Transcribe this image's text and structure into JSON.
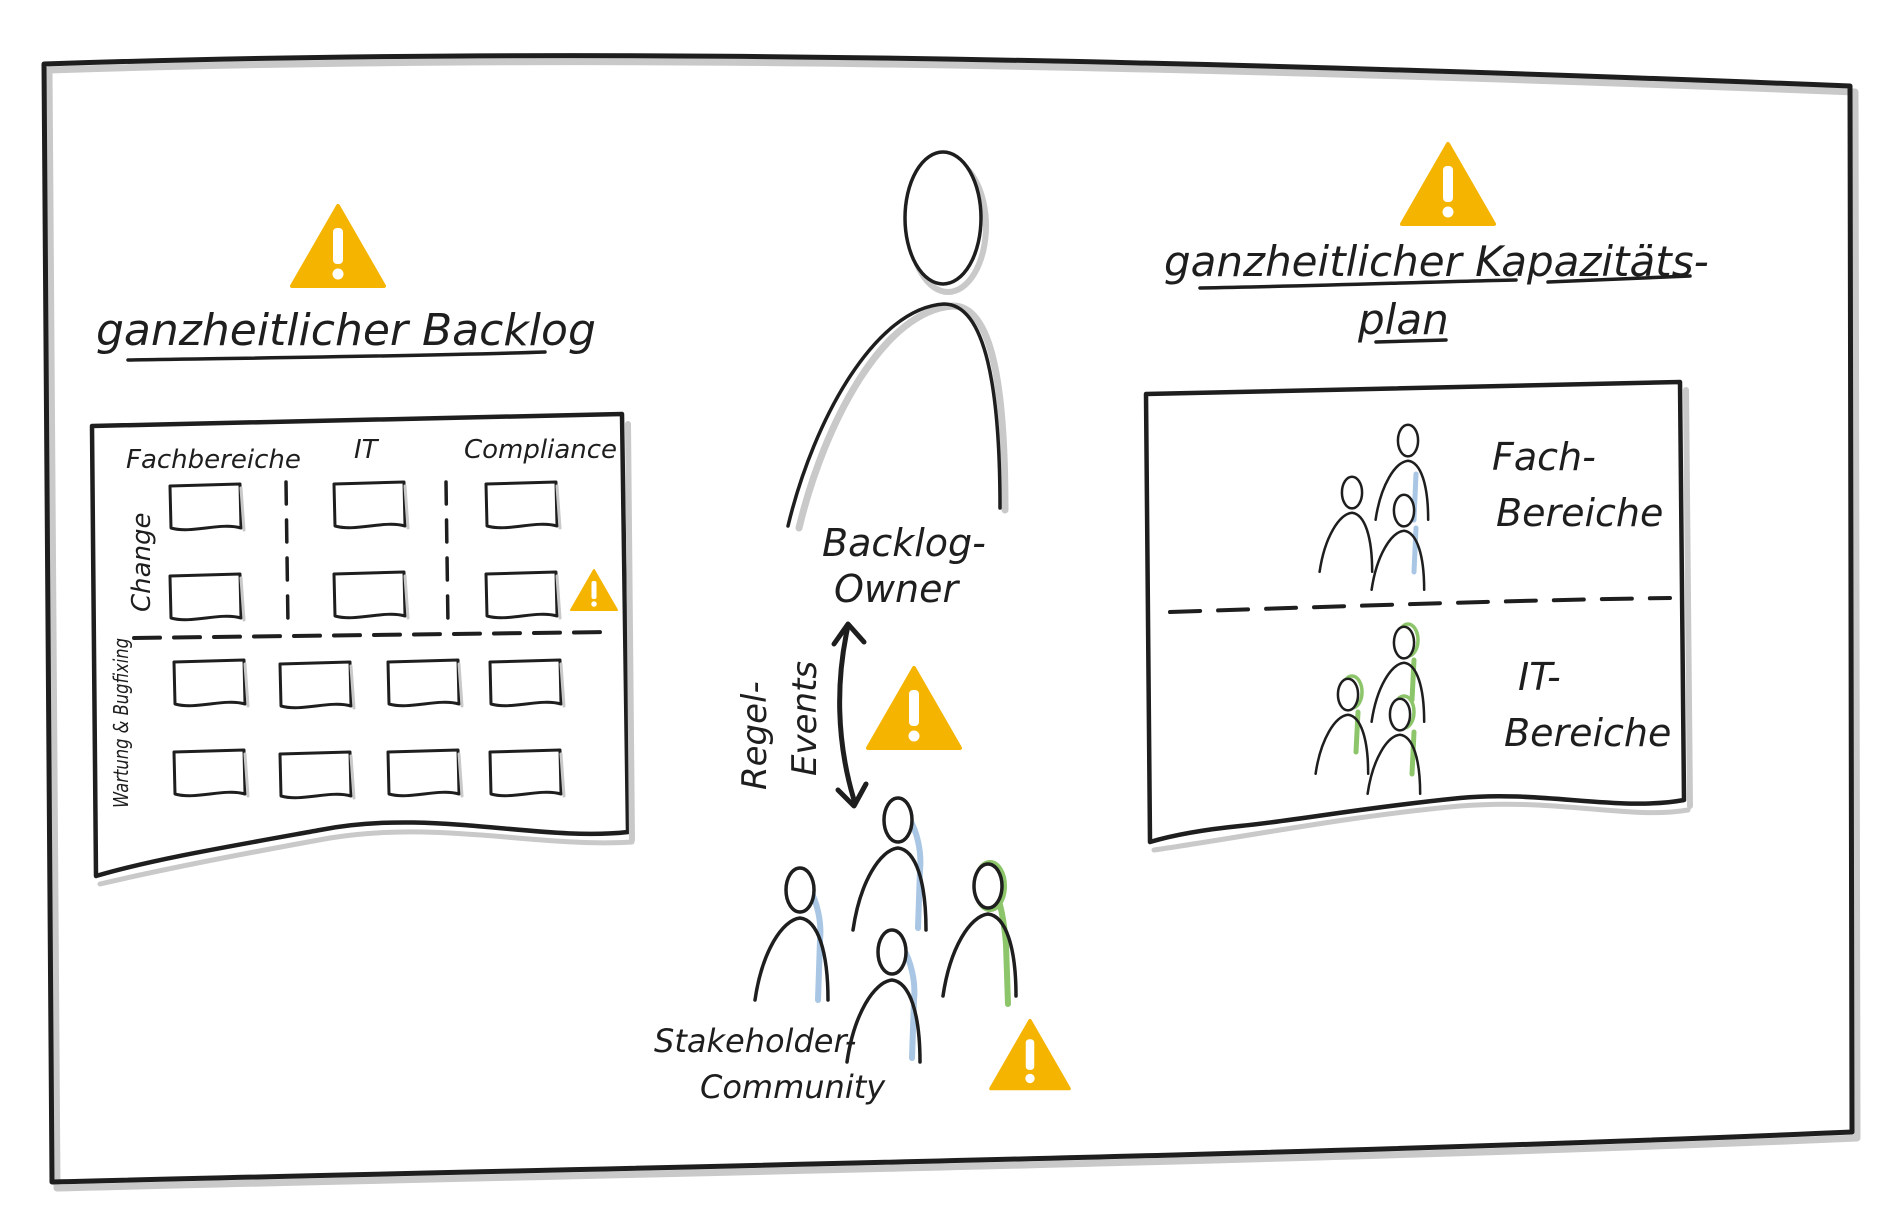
{
  "left_panel": {
    "title": "ganzheitlicher Backlog",
    "columns": [
      "Fachbereiche",
      "IT",
      "Compliance"
    ],
    "rows": [
      "Change",
      "Wartung & Bugfixing"
    ]
  },
  "center": {
    "owner_label_line1": "Backlog-",
    "owner_label_line2": "Owner",
    "events_label_line1": "Regel-",
    "events_label_line2": "Events",
    "community_label_line1": "Stakeholder-",
    "community_label_line2": "Community"
  },
  "right_panel": {
    "title_line1": "ganzheitlicher Kapazitäts-",
    "title_line2": "plan",
    "section_top_line1": "Fach-",
    "section_top_line2": "Bereiche",
    "section_bottom_line1": "IT-",
    "section_bottom_line2": "Bereiche"
  },
  "colors": {
    "ink": "#1e1e1e",
    "warning": "#f5b400",
    "accent_blue": "#a9c6e4",
    "accent_green": "#8cc56a",
    "shadow": "#c9c9c9"
  },
  "icons": [
    "warning-icon",
    "person-icon"
  ]
}
